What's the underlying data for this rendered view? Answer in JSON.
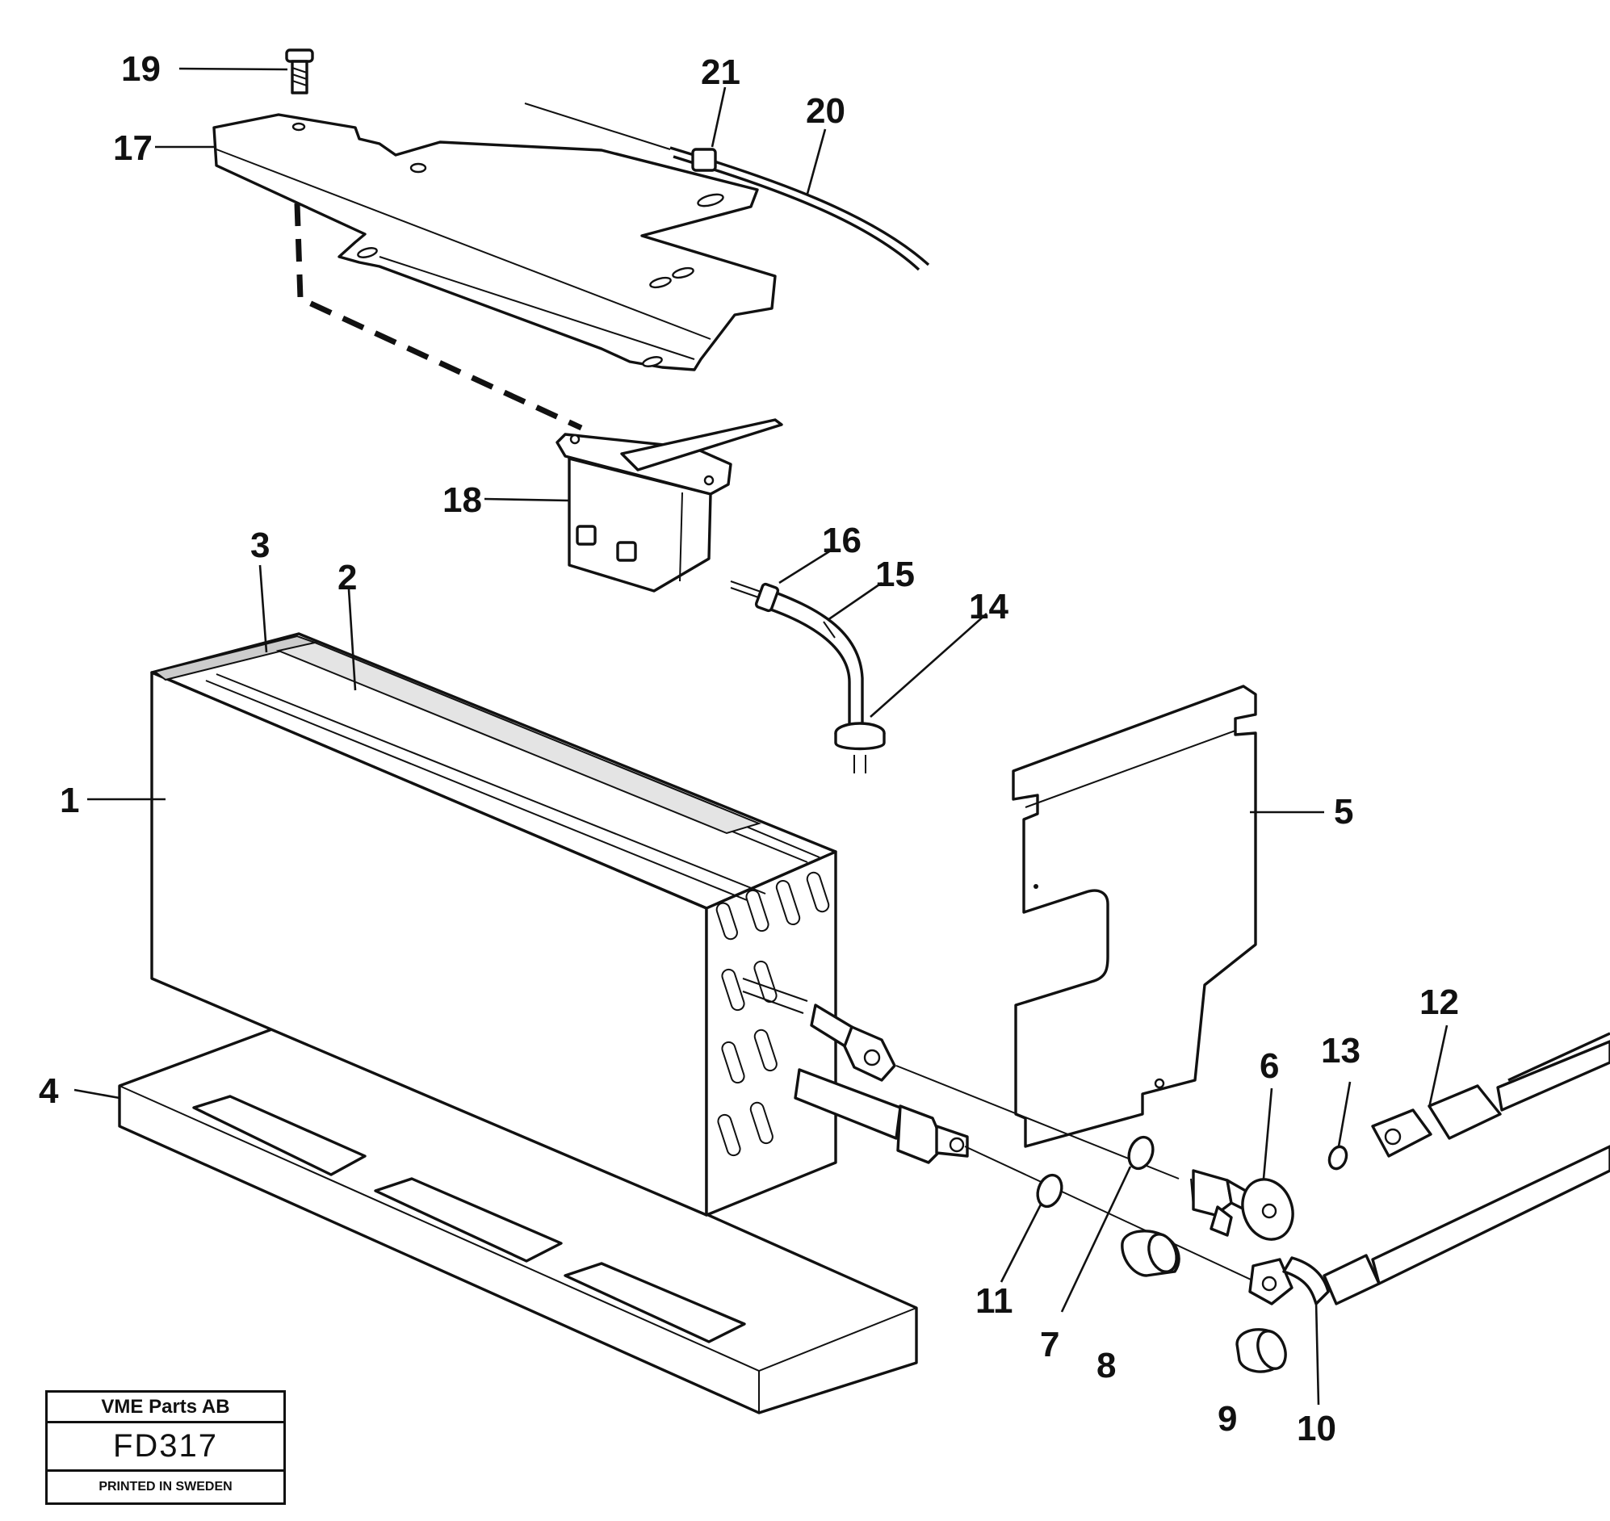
{
  "callouts": {
    "c1": "1",
    "c2": "2",
    "c3": "3",
    "c4": "4",
    "c5": "5",
    "c6": "6",
    "c7": "7",
    "c8": "8",
    "c9": "9",
    "c10": "10",
    "c11": "11",
    "c12": "12",
    "c13": "13",
    "c14": "14",
    "c15": "15",
    "c16": "16",
    "c17": "17",
    "c18": "18",
    "c19": "19",
    "c20": "20",
    "c21": "21"
  },
  "stamp": {
    "company": "VME Parts AB",
    "code": "FD317",
    "printed": "PRINTED IN SWEDEN"
  }
}
